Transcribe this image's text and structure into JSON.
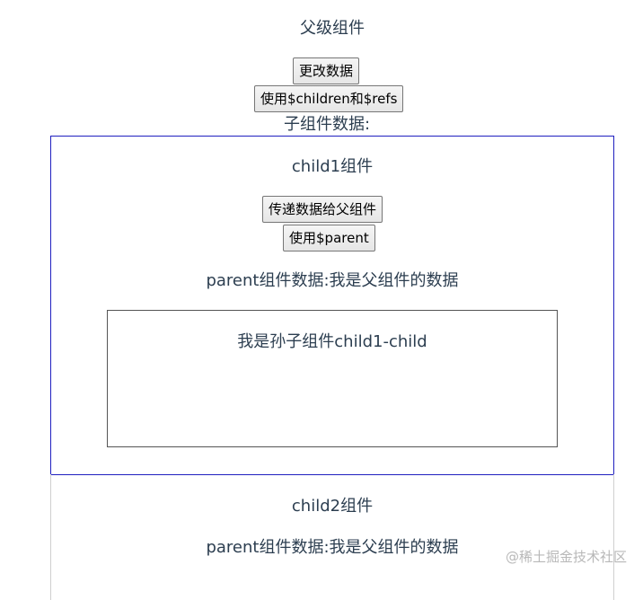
{
  "parent": {
    "title": "父级组件",
    "change_button": "更改数据",
    "children_refs_button": "使用$children和$refs",
    "child_data_label": "子组件数据:"
  },
  "child1": {
    "title": "child1组件",
    "pass_button": "传递数据给父组件",
    "parent_button": "使用$parent",
    "parent_data_text": "parent组件数据:我是父组件的数据"
  },
  "grandchild": {
    "title": "我是孙子组件child1-child"
  },
  "child2": {
    "title": "child2组件",
    "parent_data_text": "parent组件数据:我是父组件的数据"
  },
  "watermark": "@稀土掘金技术社区",
  "colors": {
    "text": "#2c3e50",
    "child1_border": "#1f1fbf",
    "grandchild_border": "#555555",
    "child2_border": "#cfcfcf"
  }
}
